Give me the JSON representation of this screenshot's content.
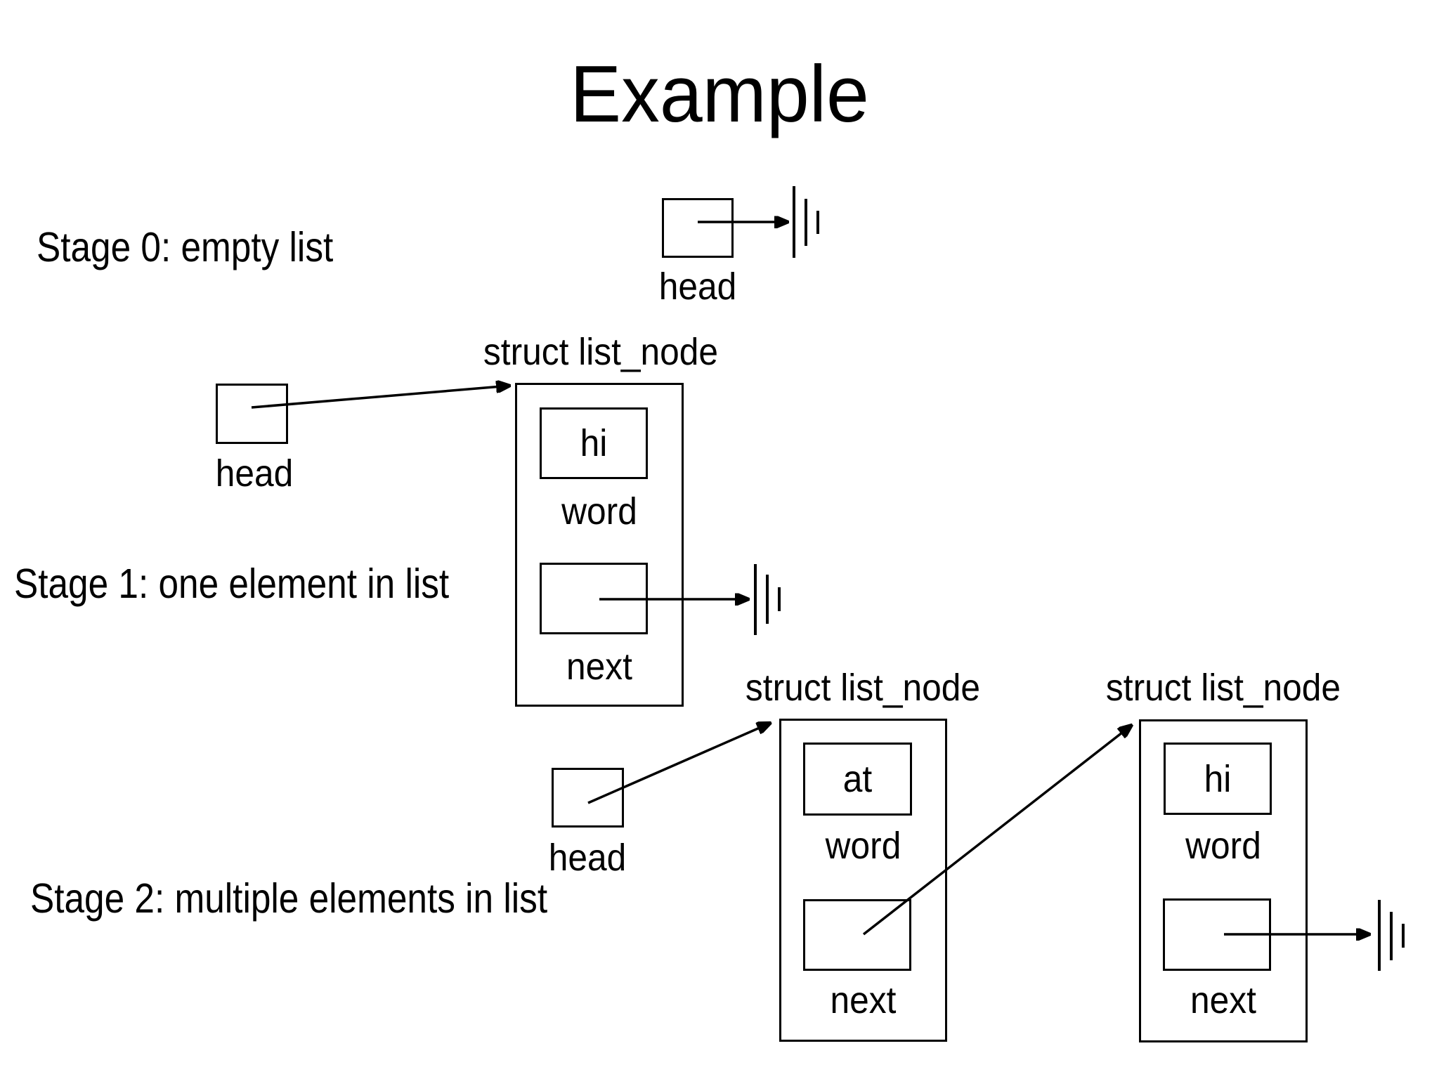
{
  "slide": {
    "title": "Example",
    "background_color": "#ffffff",
    "ink_color": "#000000"
  },
  "icons": {
    "null_terminator": "ground-symbol",
    "pointer": "arrow"
  },
  "stages": [
    {
      "label": "Stage 0: empty list",
      "head_label": "head"
    },
    {
      "label": "Stage 1: one element in list",
      "head_label": "head",
      "nodes": [
        {
          "type_label": "struct list_node",
          "word_value": "hi",
          "word_field_label": "word",
          "next_field_label": "next"
        }
      ]
    },
    {
      "label": "Stage 2: multiple elements in list",
      "head_label": "head",
      "nodes": [
        {
          "type_label": "struct list_node",
          "word_value": "at",
          "word_field_label": "word",
          "next_field_label": "next"
        },
        {
          "type_label": "struct list_node",
          "word_value": "hi",
          "word_field_label": "word",
          "next_field_label": "next"
        }
      ]
    }
  ]
}
